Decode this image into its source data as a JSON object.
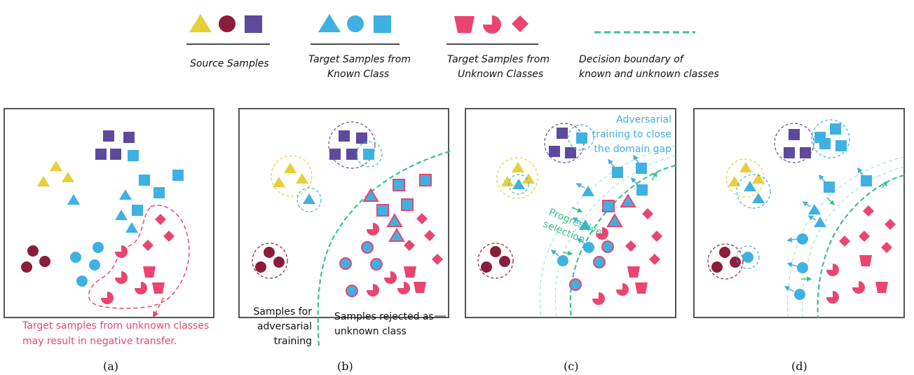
{
  "colors": {
    "yellow": "#e8cf3a",
    "maroon": "#8c1c3b",
    "purple": "#5e4a9c",
    "blue": "#3eb1e2",
    "pink": "#ea4570",
    "green": "#3cc28c",
    "frame": "#555555"
  },
  "legend": {
    "source": "Source Samples",
    "target_known_1": "Target Samples from",
    "target_known_2": "Known Class",
    "target_unknown_1": "Target Samples from",
    "target_unknown_2": "Unknown Classes",
    "boundary_1": "Decision boundary of",
    "boundary_2": "known and unknown classes"
  },
  "panel_a": {
    "note_1": "Target samples from unknown classes",
    "note_2": "may result in negative transfer.",
    "caption": "(a)"
  },
  "panel_b": {
    "adv_1": "Samples for",
    "adv_2": "adversarial",
    "adv_3": "training",
    "rej_1": "Samples rejected as",
    "rej_2": "unknown class",
    "caption": "(b)"
  },
  "panel_c": {
    "adv_1": "Adversarial",
    "adv_2": "training to close",
    "adv_3": "the domain gap",
    "prog_1": "Progressive",
    "prog_2": "selection",
    "caption": "(c)"
  },
  "panel_d": {
    "caption": "(d)"
  }
}
